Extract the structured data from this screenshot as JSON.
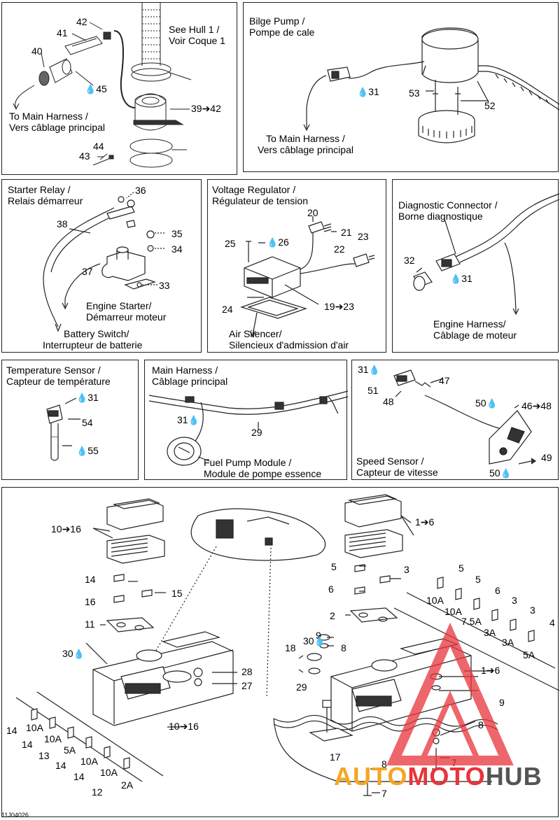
{
  "panels": {
    "hull": {
      "see_label": "See Hull 1 /",
      "see_label2": "Voir Coque 1",
      "to_main": "To Main Harness /",
      "to_main2": "Vers câblage principal"
    },
    "bilge": {
      "title": "Bilge Pump /",
      "title2": "Pompe de cale",
      "to_main": "To Main Harness /",
      "to_main2": "Vers câblage principal"
    },
    "starter": {
      "title": "Starter Relay /",
      "title2": "Relais démarreur",
      "engine_starter": "Engine Starter/",
      "engine_starter2": "Démarreur moteur",
      "battery_switch": "Battery Switch/",
      "battery_switch2": "Interrupteur de batterie"
    },
    "regulator": {
      "title": "Voltage Regulator /",
      "title2": "Régulateur de tension",
      "air": "Air Silencer/",
      "air2": "Silencieux d'admission d'air"
    },
    "diagnostic": {
      "title": "Diagnostic Connector /",
      "title2": "Borne diagnostique",
      "engine_harness": "Engine Harness/",
      "engine_harness2": "Câblage de moteur"
    },
    "temperature": {
      "title": "Temperature Sensor /",
      "title2": "Capteur de température"
    },
    "main_harness": {
      "title": "Main Harness /",
      "title2": "Câblage principal",
      "fuel_pump": "Fuel Pump Module /",
      "fuel_pump2": "Module de pompe essence"
    },
    "speed": {
      "title": "Speed Sensor /",
      "title2": "Capteur de vitesse"
    }
  },
  "callouts": {
    "c42": "42",
    "c41": "41",
    "c40": "40",
    "c45": "45",
    "c39_42": "39➔42",
    "c44": "44",
    "c43": "43",
    "c31a": "31",
    "c53": "53",
    "c52": "52",
    "c36": "36",
    "c38": "38",
    "c35": "35",
    "c34": "34",
    "c37": "37",
    "c33": "33",
    "c20": "20",
    "c21": "21",
    "c23": "23",
    "c25": "25",
    "c26": "26",
    "c22": "22",
    "c24": "24",
    "c19_23": "19➔23",
    "c32": "32",
    "c31b": "31",
    "c31c": "31",
    "c54": "54",
    "c55": "55",
    "c31d": "31",
    "c29a": "29",
    "c31e": "31",
    "c47": "47",
    "c51": "51",
    "c48": "48",
    "c50a": "50",
    "c46_48": "46➔48",
    "c49": "49",
    "c50b": "50",
    "c10_16a": "10➔16",
    "c14a": "14",
    "c15": "15",
    "c16": "16",
    "c11": "11",
    "c30a": "30",
    "c28": "28",
    "c27": "27",
    "c10_16b": "10➔16",
    "c1_6a": "1➔6",
    "c5a": "5",
    "c3a": "3",
    "c6a": "6",
    "c2": "2",
    "c9a": "9",
    "c8a": "8",
    "c18": "18",
    "c30b": "30",
    "c29b": "29",
    "c1_6b": "1➔6",
    "c9b": "9",
    "c8b": "8",
    "c17": "17",
    "c8c": "8",
    "c7a": "7",
    "c7b": "7"
  },
  "fuse_rows": {
    "left": [
      {
        "num": "14",
        "amp": "10A"
      },
      {
        "num": "14",
        "amp": "10A"
      },
      {
        "num": "13",
        "amp": "5A"
      },
      {
        "num": "14",
        "amp": "10A"
      },
      {
        "num": "14",
        "amp": "10A"
      },
      {
        "num": "12",
        "amp": "2A"
      }
    ],
    "right": [
      {
        "num": "5",
        "amp": "10A"
      },
      {
        "num": "5",
        "amp": "10A"
      },
      {
        "num": "6",
        "amp": "7.5A"
      },
      {
        "num": "3",
        "amp": "3A"
      },
      {
        "num": "3",
        "amp": "3A"
      },
      {
        "num": "4",
        "amp": "5A"
      }
    ]
  },
  "doc_code": "11J04026",
  "watermark": {
    "part1": "AUTO",
    "part2": "MOTO",
    "part3": "HUB"
  },
  "colors": {
    "line": "#222222",
    "watermark_red": "#e8343a",
    "watermark_orange": "#f5a623",
    "watermark_gray": "#555555"
  }
}
